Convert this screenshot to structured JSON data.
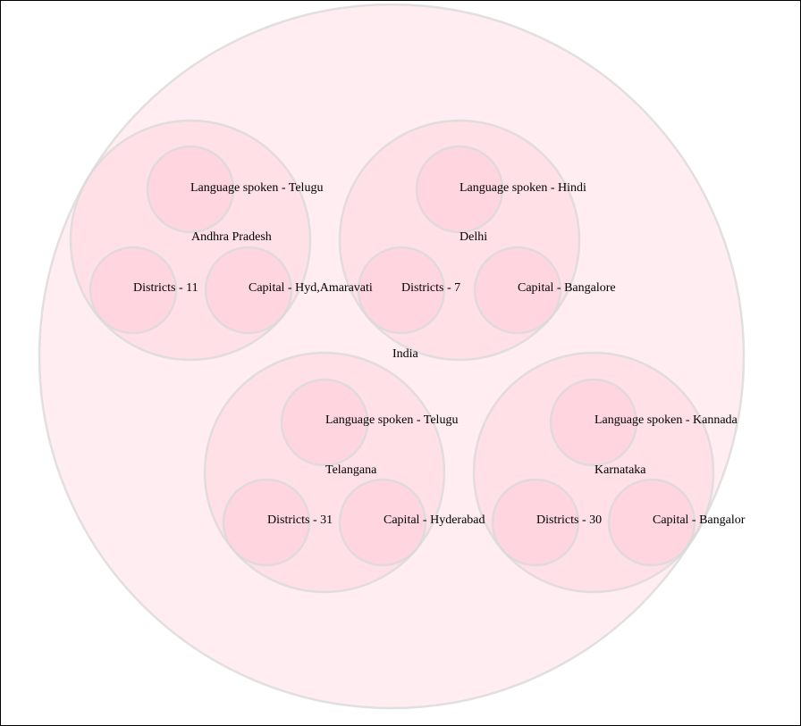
{
  "diagram": {
    "root": "India",
    "states": [
      {
        "name": "Andhra Pradesh",
        "language": "Language spoken - Telugu",
        "districts": "Districts - 11",
        "capital": "Capital - Hyd,Amaravati"
      },
      {
        "name": "Delhi",
        "language": "Language spoken - Hindi",
        "districts": "Districts - 7",
        "capital": "Capital - Bangalore"
      },
      {
        "name": "Telangana",
        "language": "Language spoken - Telugu",
        "districts": "Districts - 31",
        "capital": "Capital - Hyderabad"
      },
      {
        "name": "Karnataka",
        "language": "Language spoken - Kannada",
        "districts": "Districts - 30",
        "capital": "Capital - Bangalor"
      }
    ],
    "colors": {
      "fill": "#ffc0cb",
      "stroke": "#d9d9d9",
      "text": "#000000"
    }
  }
}
